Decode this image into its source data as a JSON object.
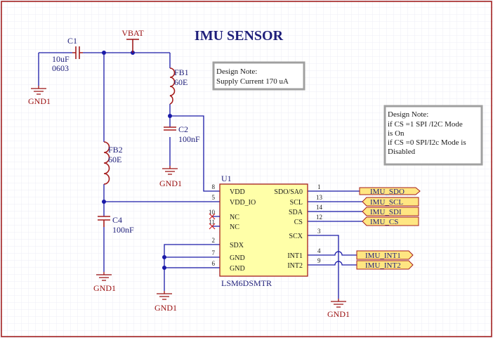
{
  "title": "IMU SENSOR",
  "colors": {
    "wire": "#1a1aa8",
    "part": "#a51c1c",
    "label_blue": "#1f1f7a",
    "label_red": "#9b1010",
    "ic_fill": "#ffffa8",
    "port_fill": "#ffe682",
    "grid": "#ececf6",
    "note_border": "#9a9a9a"
  },
  "power": {
    "vbat": "VBAT",
    "gnd": "GND1"
  },
  "components": {
    "c1": {
      "ref": "C1",
      "value": "10uF",
      "package": "0603"
    },
    "c2": {
      "ref": "C2",
      "value": "100nF"
    },
    "c4": {
      "ref": "C4",
      "value": "100nF"
    },
    "fb1": {
      "ref": "FB1",
      "value": "60E"
    },
    "fb2": {
      "ref": "FB2",
      "value": "60E"
    }
  },
  "ic": {
    "ref": "U1",
    "part_number": "LSM6DSMTR",
    "left_pins": [
      {
        "num": "8",
        "name": "VDD"
      },
      {
        "num": "5",
        "name": "VDD_IO"
      },
      {
        "num": "10",
        "name": "NC"
      },
      {
        "num": "11",
        "name": "NC"
      },
      {
        "num": "2",
        "name": "SDX"
      },
      {
        "num": "7",
        "name": "GND"
      },
      {
        "num": "6",
        "name": "GND"
      }
    ],
    "right_pins": [
      {
        "num": "1",
        "name": "SDO/SA0"
      },
      {
        "num": "13",
        "name": "SCL"
      },
      {
        "num": "14",
        "name": "SDA"
      },
      {
        "num": "12",
        "name": "CS"
      },
      {
        "num": "3",
        "name": "SCX"
      },
      {
        "num": "4",
        "name": "INT1"
      },
      {
        "num": "9",
        "name": "INT2"
      }
    ]
  },
  "ports": [
    "IMU_SDO",
    "IMU_SCL",
    "IMU_SDI",
    "IMU_CS",
    "IMU_INT1",
    "IMU_INT2"
  ],
  "notes": {
    "supply": {
      "heading": "Design Note:",
      "lines": [
        "Supply Current 170 uA"
      ]
    },
    "mode": {
      "heading": "Design Note:",
      "lines": [
        "if CS =1 SPI /I2C Mode",
        "is On",
        "if CS =0 SPI/I2c Mode is",
        "Disabled"
      ]
    }
  }
}
